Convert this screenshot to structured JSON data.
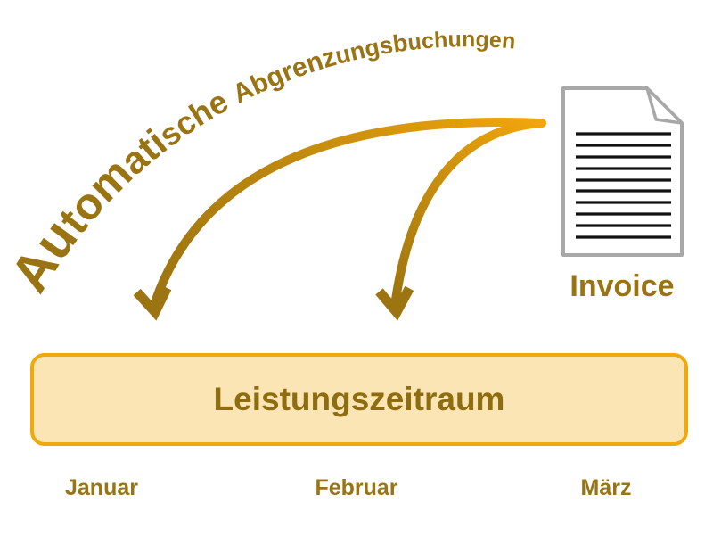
{
  "title": {
    "full": "Automatische Abgrenzungsbuchungen",
    "parts": [
      {
        "text": "Au"
      },
      {
        "text": "tom"
      },
      {
        "text": "ati"
      },
      {
        "text": "sche "
      },
      {
        "text": "Abgrenz"
      },
      {
        "text": "ungsb"
      },
      {
        "text": "uchungen"
      }
    ]
  },
  "invoice": {
    "label": "Invoice"
  },
  "period_box": {
    "label": "Leistungszeitraum"
  },
  "months": [
    {
      "label": "Januar"
    },
    {
      "label": "Februar"
    },
    {
      "label": "März"
    }
  ],
  "colors": {
    "arrow_bright": "#f2a60b",
    "arrow_dark": "#9c7411",
    "gold_text": "#9a7412",
    "period_box_fill": "#fbe5b4",
    "period_box_border": "#efa90d",
    "document_outline": "#a8a8a8",
    "document_lines": "#111111"
  }
}
